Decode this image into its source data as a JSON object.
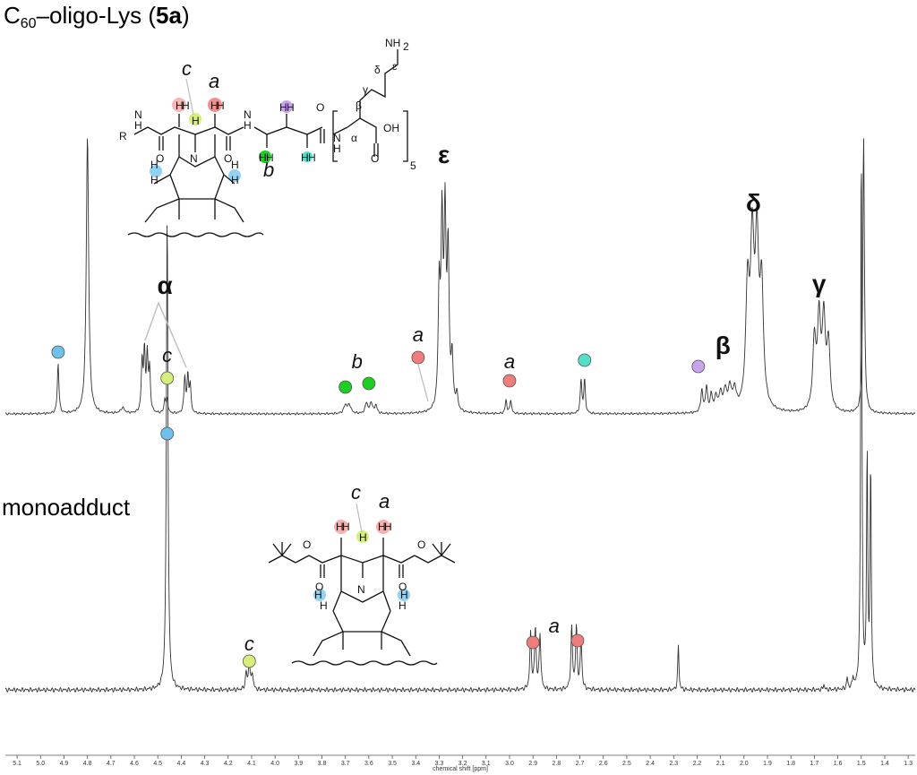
{
  "chart_data": {
    "type": "line",
    "title": "C60–oligo-Lys (5a)",
    "title_parts": {
      "pre": "C",
      "sub": "60",
      "mid": "–oligo-Lys (",
      "bold": "5a",
      "post": ")"
    },
    "xlabel": "chemical shift [ppm]",
    "xlim": [
      5.15,
      1.27
    ],
    "x_reversed": true,
    "xticks": [
      5.1,
      5.0,
      4.9,
      4.8,
      4.7,
      4.6,
      4.5,
      4.4,
      4.3,
      4.2,
      4.1,
      4.0,
      3.9,
      3.8,
      3.7,
      3.6,
      3.5,
      3.4,
      3.3,
      3.2,
      3.1,
      3.0,
      2.9,
      2.8,
      2.7,
      2.6,
      2.5,
      2.4,
      2.3,
      2.2,
      2.1,
      2.0,
      1.9,
      1.8,
      1.7,
      1.6,
      1.5,
      1.4,
      1.3
    ],
    "xtick_labels": [
      "5.1",
      "5.0",
      "4.9",
      "4.8",
      "4.7",
      "4.6",
      "4.5",
      "4.4",
      "4.3",
      "4.2",
      "4.1",
      "4.0",
      "3.9",
      "3.8",
      "3.7",
      "3.6",
      "3.5",
      "3.4",
      "3.3",
      "3.2",
      "3.1",
      "3.0",
      "2.9",
      "2.8",
      "2.7",
      "2.6",
      "2.5",
      "2.4",
      "2.3",
      "2.2",
      "2.1",
      "2.0",
      "1.9",
      "1.8",
      "1.7",
      "1.6",
      "1.5",
      "1.4",
      "1.3"
    ],
    "series": [
      {
        "name": "C60–oligo-Lys (5a)",
        "peaks": [
          {
            "ppm": 4.925,
            "height": 0.18,
            "width": 0.004
          },
          {
            "ppm": 4.8,
            "height": 1.0,
            "width": 0.006
          },
          {
            "ppm": 4.65,
            "height": 0.02,
            "width": 0.01
          },
          {
            "ppm": 4.567,
            "height": 0.18,
            "width": 0.004
          },
          {
            "ppm": 4.557,
            "height": 0.21,
            "width": 0.004
          },
          {
            "ppm": 4.545,
            "height": 0.2,
            "width": 0.004
          },
          {
            "ppm": 4.535,
            "height": 0.15,
            "width": 0.004
          },
          {
            "ppm": 4.47,
            "height": 0.05,
            "width": 0.004
          },
          {
            "ppm": 4.46,
            "height": 0.05,
            "width": 0.004
          },
          {
            "ppm": 4.385,
            "height": 0.13,
            "width": 0.004
          },
          {
            "ppm": 4.372,
            "height": 0.13,
            "width": 0.004
          },
          {
            "ppm": 4.362,
            "height": 0.1,
            "width": 0.004
          },
          {
            "ppm": 3.7,
            "height": 0.03,
            "width": 0.008
          },
          {
            "ppm": 3.683,
            "height": 0.03,
            "width": 0.008
          },
          {
            "ppm": 3.61,
            "height": 0.04,
            "width": 0.006
          },
          {
            "ppm": 3.59,
            "height": 0.04,
            "width": 0.006
          },
          {
            "ppm": 3.57,
            "height": 0.03,
            "width": 0.006
          },
          {
            "ppm": 3.3,
            "height": 0.42,
            "width": 0.005
          },
          {
            "ppm": 3.288,
            "height": 0.64,
            "width": 0.005
          },
          {
            "ppm": 3.275,
            "height": 0.66,
            "width": 0.005
          },
          {
            "ppm": 3.262,
            "height": 0.55,
            "width": 0.005
          },
          {
            "ppm": 3.245,
            "height": 0.18,
            "width": 0.005
          },
          {
            "ppm": 3.225,
            "height": 0.06,
            "width": 0.005
          },
          {
            "ppm": 3.015,
            "height": 0.05,
            "width": 0.004
          },
          {
            "ppm": 2.995,
            "height": 0.05,
            "width": 0.004
          },
          {
            "ppm": 2.695,
            "height": 0.12,
            "width": 0.004
          },
          {
            "ppm": 2.68,
            "height": 0.12,
            "width": 0.004
          },
          {
            "ppm": 2.18,
            "height": 0.08,
            "width": 0.005
          },
          {
            "ppm": 2.16,
            "height": 0.09,
            "width": 0.005
          },
          {
            "ppm": 2.14,
            "height": 0.06,
            "width": 0.005
          },
          {
            "ppm": 2.12,
            "height": 0.05,
            "width": 0.008
          },
          {
            "ppm": 2.1,
            "height": 0.06,
            "width": 0.008
          },
          {
            "ppm": 2.08,
            "height": 0.07,
            "width": 0.008
          },
          {
            "ppm": 2.06,
            "height": 0.08,
            "width": 0.008
          },
          {
            "ppm": 2.04,
            "height": 0.07,
            "width": 0.008
          },
          {
            "ppm": 1.985,
            "height": 0.42,
            "width": 0.009
          },
          {
            "ppm": 1.965,
            "height": 0.56,
            "width": 0.009
          },
          {
            "ppm": 1.945,
            "height": 0.56,
            "width": 0.009
          },
          {
            "ppm": 1.925,
            "height": 0.42,
            "width": 0.009
          },
          {
            "ppm": 1.7,
            "height": 0.25,
            "width": 0.008
          },
          {
            "ppm": 1.68,
            "height": 0.32,
            "width": 0.008
          },
          {
            "ppm": 1.66,
            "height": 0.32,
            "width": 0.008
          },
          {
            "ppm": 1.64,
            "height": 0.24,
            "width": 0.008
          },
          {
            "ppm": 1.49,
            "height": 1.0,
            "width": 0.004
          }
        ]
      },
      {
        "name": "monoadduct",
        "peaks": [
          {
            "ppm": 4.46,
            "height": 0.86,
            "width": 0.004
          },
          {
            "ppm": 4.123,
            "height": 0.03,
            "width": 0.004
          },
          {
            "ppm": 4.11,
            "height": 0.05,
            "width": 0.004
          },
          {
            "ppm": 4.097,
            "height": 0.03,
            "width": 0.004
          },
          {
            "ppm": 2.91,
            "height": 0.1,
            "width": 0.004
          },
          {
            "ppm": 2.89,
            "height": 0.11,
            "width": 0.004
          },
          {
            "ppm": 2.87,
            "height": 0.1,
            "width": 0.004
          },
          {
            "ppm": 2.735,
            "height": 0.11,
            "width": 0.004
          },
          {
            "ppm": 2.715,
            "height": 0.11,
            "width": 0.004
          },
          {
            "ppm": 2.695,
            "height": 0.09,
            "width": 0.004
          },
          {
            "ppm": 2.28,
            "height": 0.08,
            "width": 0.003
          },
          {
            "ppm": 1.5,
            "height": 1.0,
            "width": 0.003
          },
          {
            "ppm": 1.475,
            "height": 0.42,
            "width": 0.003
          },
          {
            "ppm": 1.46,
            "height": 0.4,
            "width": 0.003
          },
          {
            "ppm": 1.66,
            "height": 0.01,
            "width": 0.003
          },
          {
            "ppm": 1.56,
            "height": 0.02,
            "width": 0.003
          },
          {
            "ppm": 1.535,
            "height": 0.02,
            "width": 0.003
          }
        ]
      }
    ],
    "peak_labels_upper": [
      {
        "text": "α",
        "ppm": 4.47,
        "kind": "greek"
      },
      {
        "text": "ε",
        "ppm": 3.28,
        "kind": "greek"
      },
      {
        "text": "δ",
        "ppm": 1.96,
        "kind": "greek"
      },
      {
        "text": "γ",
        "ppm": 1.68,
        "kind": "greek"
      },
      {
        "text": "β",
        "ppm": 2.09,
        "kind": "greek"
      },
      {
        "text": "c",
        "ppm": 4.46,
        "kind": "letter"
      },
      {
        "text": "b",
        "ppm": 3.65,
        "kind": "letter"
      },
      {
        "text": "a",
        "ppm": 3.39,
        "kind": "letter"
      },
      {
        "text": "a",
        "ppm": 3.0,
        "kind": "letter"
      }
    ],
    "peak_labels_lower": [
      {
        "text": "c",
        "ppm": 4.11,
        "kind": "letter"
      },
      {
        "text": "a",
        "ppm": 2.81,
        "kind": "letter"
      }
    ],
    "markers_upper": [
      {
        "ppm": 4.925,
        "color": "#6ec1ec"
      },
      {
        "ppm": 4.46,
        "color": "#d6ef7a"
      },
      {
        "ppm": 3.7,
        "color": "#19d11f"
      },
      {
        "ppm": 3.6,
        "color": "#19d11f"
      },
      {
        "ppm": 3.39,
        "color": "#f07d79"
      },
      {
        "ppm": 3.0,
        "color": "#f07d79"
      },
      {
        "ppm": 2.68,
        "color": "#54e0c8"
      },
      {
        "ppm": 2.195,
        "color": "#c9a4ee"
      }
    ],
    "markers_lower": [
      {
        "ppm": 4.46,
        "color": "#6ec1ec"
      },
      {
        "ppm": 4.11,
        "color": "#d6ef7a"
      },
      {
        "ppm": 2.9,
        "color": "#f07d79"
      },
      {
        "ppm": 2.71,
        "color": "#f07d79"
      }
    ],
    "trace_label_lower": "monoadduct",
    "grid": false,
    "legend": "none"
  },
  "structure_upper": {
    "atoms": [
      "N",
      "H",
      "R",
      "O",
      "N",
      "H",
      "O",
      "N",
      "H",
      "NH2",
      "O",
      "OH",
      "H",
      "O",
      "N",
      "H",
      "H",
      "H",
      "H",
      "H",
      "H",
      "H",
      "H",
      "H",
      "H",
      "H"
    ],
    "greek": [
      "δ",
      "ε",
      "γ",
      "β",
      "α"
    ],
    "subscript": "5",
    "letters": [
      "c",
      "a",
      "b"
    ],
    "highlight_colors": {
      "a": "#f07d79",
      "c": "#d6ef7a",
      "b": "#19d11f",
      "purple": "#c9a4ee",
      "teal": "#54e0c8",
      "blue": "#6ec1ec"
    }
  },
  "structure_lower": {
    "atoms": [
      "O",
      "O",
      "O",
      "O",
      "N",
      "H",
      "H",
      "H",
      "H",
      "H",
      "H",
      "H"
    ],
    "letters": [
      "c",
      "a"
    ]
  }
}
